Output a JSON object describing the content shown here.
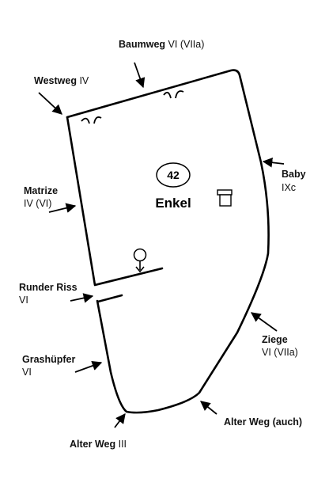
{
  "block": {
    "number": "42",
    "name": "Enkel"
  },
  "routes": [
    {
      "key": "baumweg",
      "name": "Baumweg",
      "grade": "VI (VIIa)"
    },
    {
      "key": "westweg",
      "name": "Westweg",
      "grade": "IV"
    },
    {
      "key": "matrize",
      "name": "Matrize",
      "grade": "IV (VI)"
    },
    {
      "key": "baby",
      "name": "Baby",
      "grade": "IXc"
    },
    {
      "key": "runder",
      "name": "Runder Riss",
      "grade": "VI"
    },
    {
      "key": "ziege",
      "name": "Ziege",
      "grade": "VI (VIIa)"
    },
    {
      "key": "grashupfer",
      "name": "Grashüpfer",
      "grade": "VI"
    },
    {
      "key": "alterauch",
      "name": "Alter Weg (auch)",
      "grade": ""
    },
    {
      "key": "alterweg",
      "name": "Alter Weg",
      "grade": "III"
    }
  ]
}
